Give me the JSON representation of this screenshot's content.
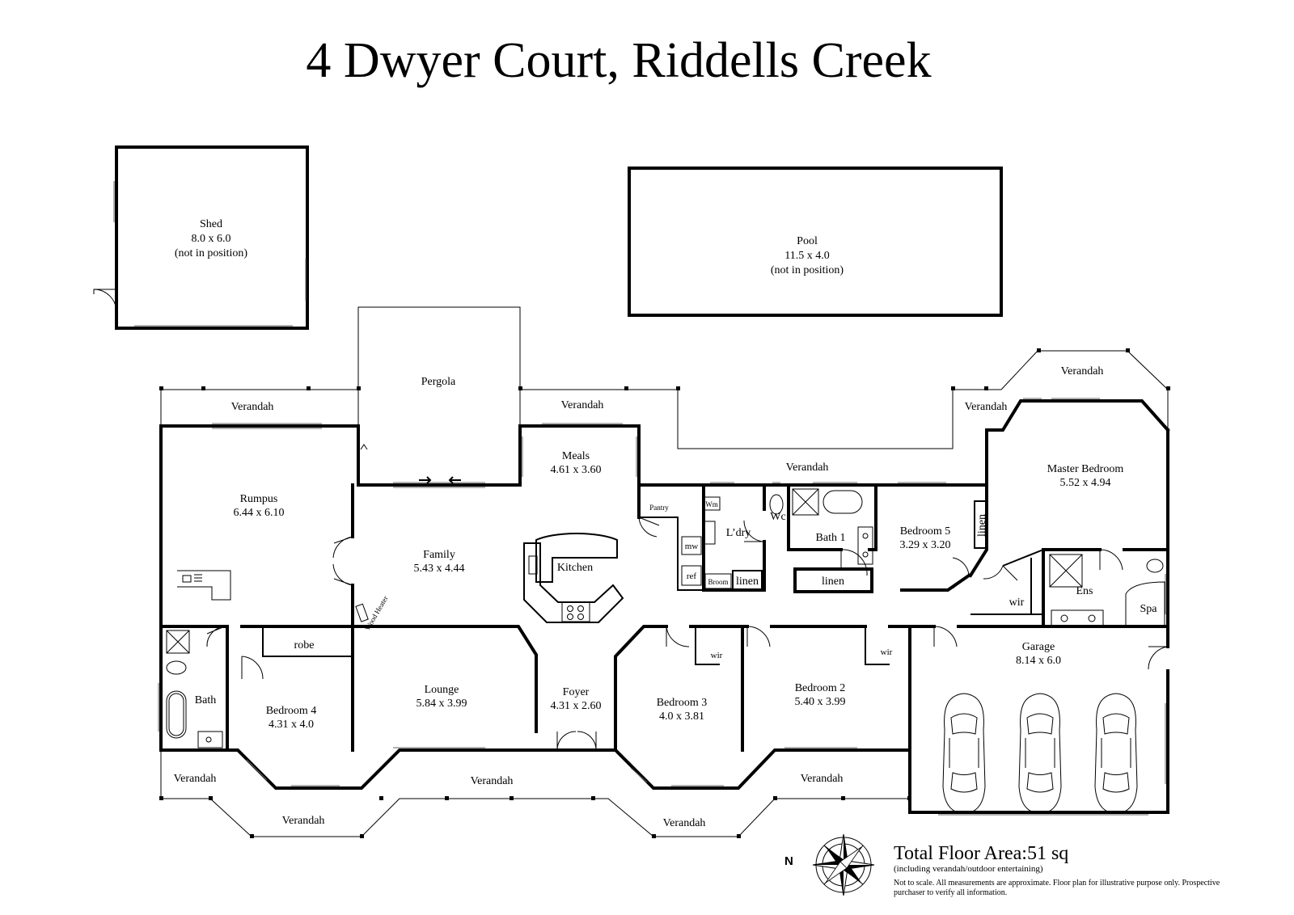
{
  "title": "4 Dwyer Court, Riddells Creek",
  "outbuildings": {
    "shed": {
      "name": "Shed",
      "dims": "8.0 x 6.0",
      "note": "(not in position)"
    },
    "pool": {
      "name": "Pool",
      "dims": "11.5 x 4.0",
      "note": "(not in position)"
    }
  },
  "rooms": {
    "pergola": {
      "name": "Pergola"
    },
    "rumpus": {
      "name": "Rumpus",
      "dims": "6.44 x 6.10"
    },
    "meals": {
      "name": "Meals",
      "dims": "4.61 x 3.60"
    },
    "family": {
      "name": "Family",
      "dims": "5.43 x 4.44"
    },
    "kitchen": {
      "name": "Kitchen"
    },
    "pantry": {
      "name": "Pantry"
    },
    "laundry": {
      "name": "L’dry"
    },
    "wc": {
      "name": "Wc"
    },
    "bath1": {
      "name": "Bath 1"
    },
    "bedroom5": {
      "name": "Bedroom 5",
      "dims": "3.29 x 3.20"
    },
    "master": {
      "name": "Master Bedroom",
      "dims": "5.52 x 4.94"
    },
    "ensuite": {
      "name": "Ens"
    },
    "spa": {
      "name": "Spa"
    },
    "garage": {
      "name": "Garage",
      "dims": "8.14 x 6.0"
    },
    "lounge": {
      "name": "Lounge",
      "dims": "5.84 x 3.99"
    },
    "foyer": {
      "name": "Foyer",
      "dims": "4.31 x 2.60"
    },
    "bedroom3": {
      "name": "Bedroom 3",
      "dims": "4.0 x 3.81"
    },
    "bedroom2": {
      "name": "Bedroom 2",
      "dims": "5.40 x 3.99"
    },
    "bedroom4": {
      "name": "Bedroom 4",
      "dims": "4.31 x 4.0"
    },
    "bath": {
      "name": "Bath"
    },
    "robe": {
      "name": "robe"
    }
  },
  "fixtures": {
    "wm": "Wm",
    "mw": "mw",
    "ref": "ref",
    "broom": "Broom",
    "linen": "linen",
    "wir": "wir",
    "wood_heater": "Wood Heater"
  },
  "verandah_label": "Verandah",
  "legend": {
    "compass_north": "N",
    "total_area": "Total Floor Area:51 sq",
    "area_note": "(including verandah/outdoor entertaining)",
    "disclaimer": "Not to scale. All measurements are approximate. Floor plan for illustrative purpose only. Prospective purchaser to verify all information."
  }
}
